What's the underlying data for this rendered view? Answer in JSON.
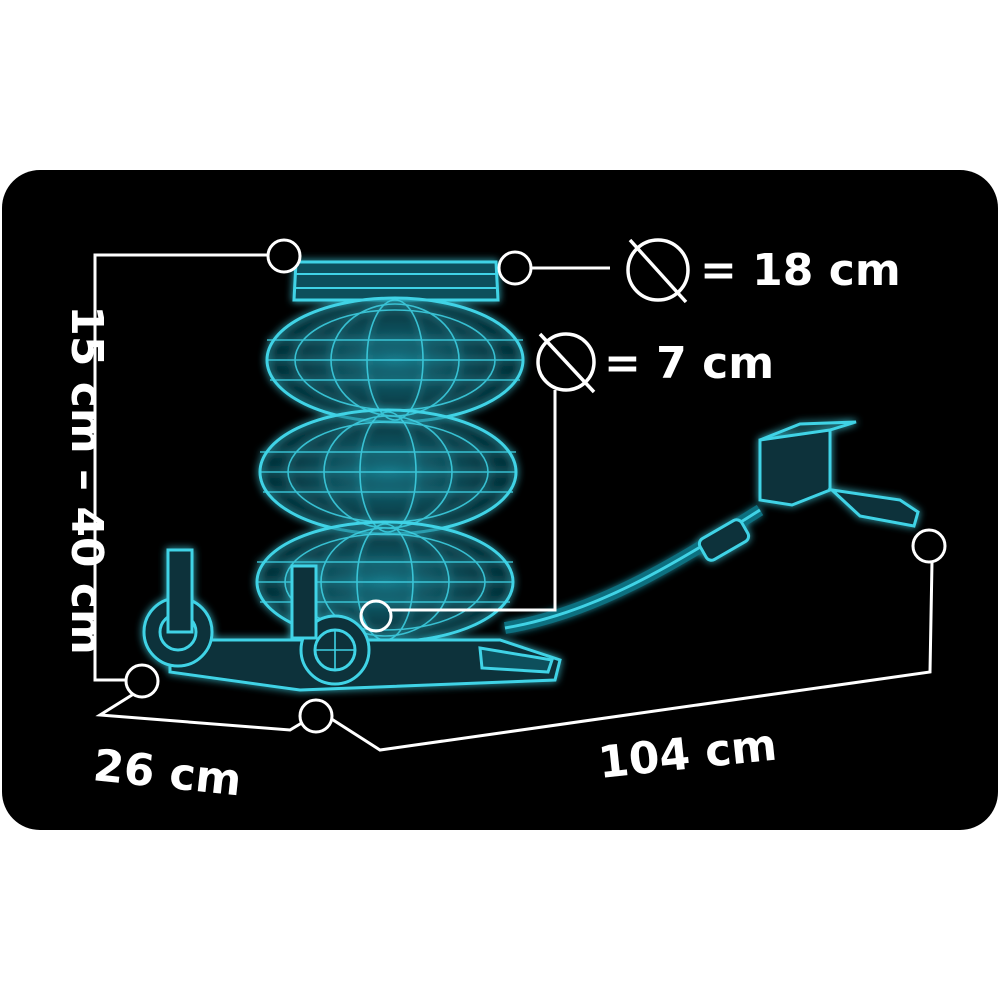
{
  "labels": {
    "height": "15 cm – 40 cm",
    "top_diameter": "= 18 cm",
    "mid_diameter": "= 7 cm",
    "width": "26 cm",
    "length": "104 cm"
  },
  "icons": {
    "diameter_symbol": "diameter-icon",
    "callout_marker": "circle-marker-icon"
  },
  "colors": {
    "panel": "#000000",
    "line": "#ffffff",
    "glow": "#3fd3e6",
    "glow_dark": "#0c6f80"
  }
}
